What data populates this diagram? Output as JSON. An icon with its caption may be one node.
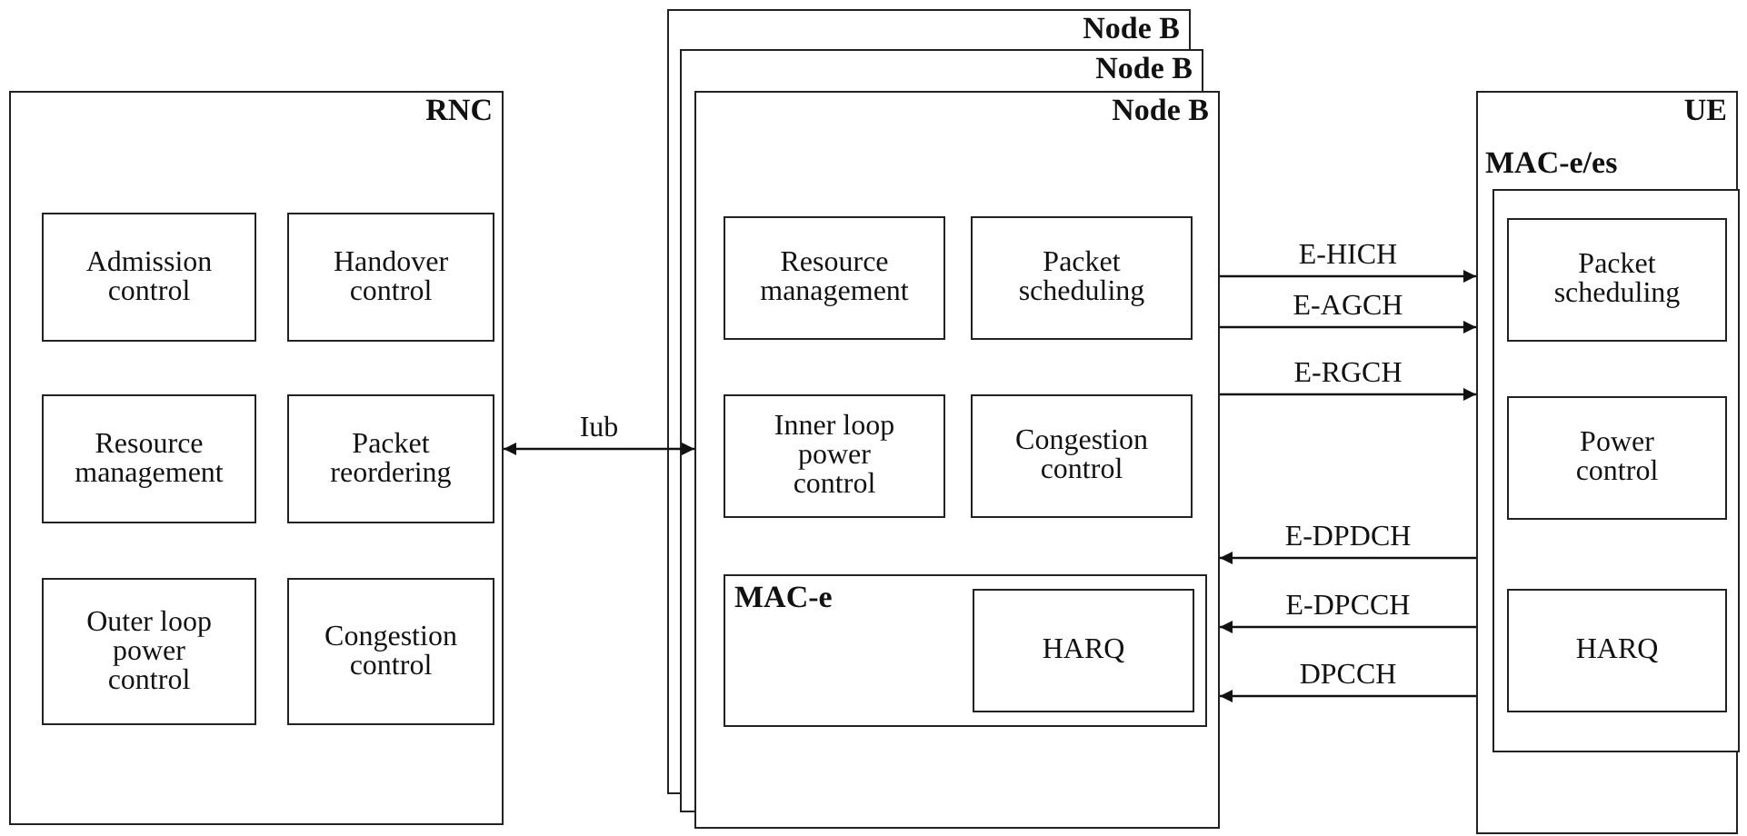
{
  "diagram": {
    "nodes": [
      {
        "text": [
          "RNC"
        ]
      },
      {
        "text": [
          "Admission control"
        ],
        "in": 0
      },
      {
        "text": [
          "Handover control"
        ],
        "in": 0
      },
      {
        "text": [
          "Resource management"
        ],
        "in": 0
      },
      {
        "text": [
          "Packet reordering"
        ],
        "in": 0
      },
      {
        "text": [
          "Outer loop power control"
        ],
        "in": 0
      },
      {
        "text": [
          "Congestion control"
        ],
        "in": 0
      },
      {
        "text": [
          "Node B"
        ]
      },
      {
        "text": [
          "Node B"
        ]
      },
      {
        "text": [
          "Node B"
        ]
      },
      {
        "text": [
          "Resource management"
        ],
        "in": 9
      },
      {
        "text": [
          "Packet scheduling"
        ],
        "in": 9
      },
      {
        "text": [
          "Inner loop power control"
        ],
        "in": 9
      },
      {
        "text": [
          "Congestion control"
        ],
        "in": 9
      },
      {
        "text": [
          "MAC-e"
        ],
        "in": 9
      },
      {
        "text": [
          "HARQ"
        ],
        "in": 14
      },
      {
        "text": [
          "UE"
        ]
      },
      {
        "text": [
          "MAC-e/es"
        ],
        "in": 16
      },
      {
        "text": [
          "Packet scheduling"
        ],
        "in": 17
      },
      {
        "text": [
          "Power control"
        ],
        "in": 17
      },
      {
        "text": [
          "HARQ"
        ],
        "in": 17
      }
    ],
    "edges": [
      {
        "from": 0,
        "to": 9,
        "arrow": "both",
        "label": "Iub"
      },
      {
        "from": 9,
        "to": 16,
        "arrow": "to",
        "label": "E-HICH"
      },
      {
        "from": 9,
        "to": 16,
        "arrow": "to",
        "label": "E-AGCH"
      },
      {
        "from": 9,
        "to": 16,
        "arrow": "to",
        "label": "E-RGCH"
      },
      {
        "from": 16,
        "to": 9,
        "arrow": "to",
        "label": "E-DPDCH"
      },
      {
        "from": 16,
        "to": 9,
        "arrow": "to",
        "label": "E-DPCCH"
      },
      {
        "from": 16,
        "to": 9,
        "arrow": "to",
        "label": "DPCCH"
      }
    ]
  }
}
